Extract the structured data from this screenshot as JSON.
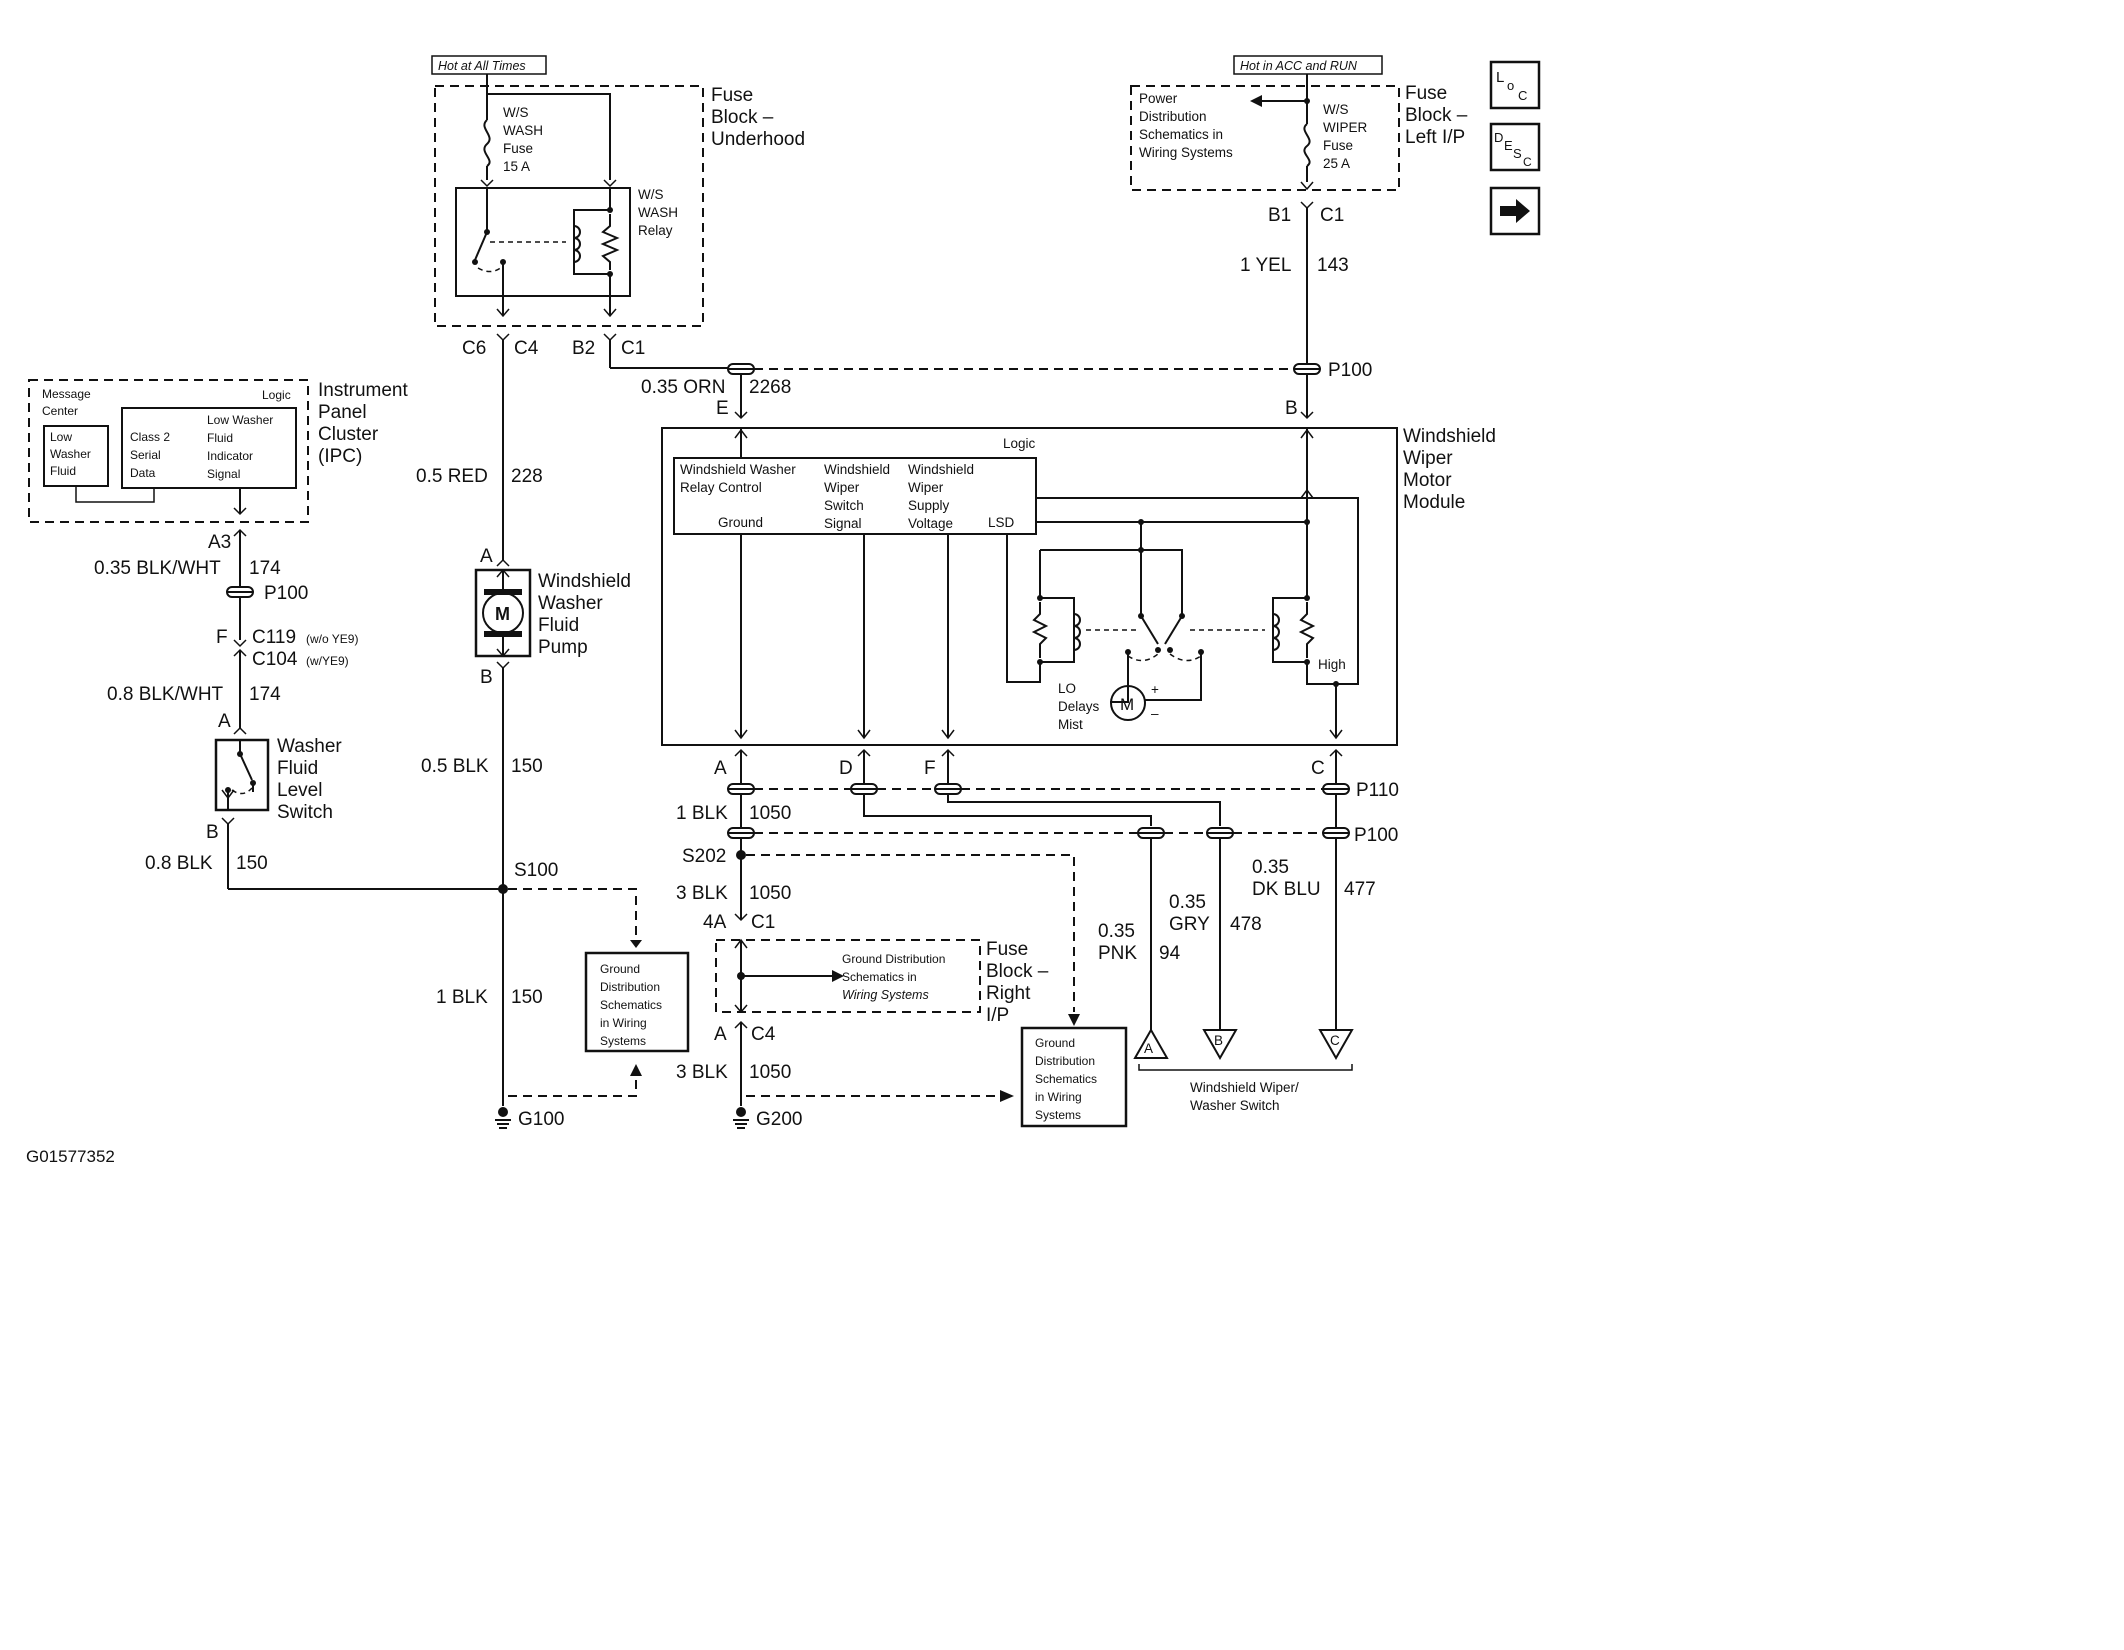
{
  "banners": {
    "hot_all_times": "Hot at All Times",
    "hot_acc_run": "Hot in ACC and RUN"
  },
  "nav_icons": [
    "loc-icon",
    "desc-icon",
    "next-arrow-icon"
  ],
  "fuse_block_underhood": {
    "title": [
      "Fuse",
      "Block –",
      "Underhood"
    ],
    "fuse": [
      "W/S",
      "WASH",
      "Fuse",
      "15 A"
    ],
    "relay": [
      "W/S",
      "WASH",
      "Relay"
    ],
    "conn_left": [
      "C6",
      "C4"
    ],
    "conn_right": [
      "B2",
      "C1"
    ]
  },
  "fuse_block_left": {
    "title": [
      "Fuse",
      "Block –",
      "Left I/P"
    ],
    "fuse": [
      "W/S",
      "WIPER",
      "Fuse",
      "25 A"
    ],
    "power_ref": [
      "Power",
      "Distribution",
      "Schematics in",
      "Wiring Systems"
    ],
    "conn": [
      "B1",
      "C1"
    ]
  },
  "ipc": {
    "title": [
      "Instrument",
      "Panel",
      "Cluster",
      "(IPC)"
    ],
    "message_center": "Message Center",
    "logic": "Logic",
    "low_washer_fluid": [
      "Low",
      "Washer",
      "Fluid"
    ],
    "class2": [
      "Class 2",
      "Serial",
      "Data"
    ],
    "indicator": [
      "Low Washer",
      "Fluid",
      "Indicator",
      "Signal"
    ]
  },
  "ipc_circuit": {
    "a3": "A3",
    "w1": "0.35 BLK/WHT",
    "c1": "174",
    "p100": "P100",
    "f": "F",
    "c119": "C119",
    "c119_note": "(w/o YE9)",
    "c104": "C104",
    "c104_note": "(w/YE9)",
    "w2": "0.8 BLK/WHT",
    "c2": "174",
    "a": "A"
  },
  "level_switch": {
    "title": [
      "Washer",
      "Fluid",
      "Level",
      "Switch"
    ],
    "b": "B",
    "w": "0.8 BLK",
    "c": "150"
  },
  "pump_circuit": {
    "w1": "0.5 RED",
    "c1": "228",
    "a": "A",
    "b": "B",
    "pump": [
      "Windshield",
      "Washer",
      "Fluid",
      "Pump"
    ],
    "motor": "M",
    "w2": "0.5 BLK",
    "c2": "150",
    "s100": "S100",
    "w3": "1 BLK",
    "c3": "150",
    "g100": "G100"
  },
  "ground_ref_1": [
    "Ground",
    "Distribution",
    "Schematics",
    "in Wiring",
    "Systems"
  ],
  "ground_ref_2": [
    "Ground",
    "Distribution",
    "Schematics",
    "in Wiring",
    "Systems"
  ],
  "ground_ref_3": [
    "Ground Distribution",
    "Schematics in",
    "Wiring Systems"
  ],
  "orn_circuit": {
    "w": "0.35 ORN",
    "c": "2268",
    "e": "E"
  },
  "yel_circuit": {
    "w": "1 YEL",
    "c": "143",
    "p100": "P100",
    "b": "B"
  },
  "module": {
    "title": [
      "Windshield",
      "Wiper",
      "Motor",
      "Module"
    ],
    "logic": "Logic",
    "col1": [
      "Windshield Washer",
      "Relay Control"
    ],
    "ground": "Ground",
    "col2": [
      "Windshield",
      "Wiper",
      "Switch",
      "Signal"
    ],
    "col3": [
      "Windshield",
      "Wiper",
      "Supply",
      "Voltage"
    ],
    "lsd": "LSD",
    "high": "High",
    "lo_delays_mist": [
      "LO",
      "Delays",
      "Mist"
    ],
    "motor": "M",
    "plus": "+",
    "minus": "–"
  },
  "bottom": {
    "a": "A",
    "d": "D",
    "f": "F",
    "c": "C",
    "p110": "P110",
    "p100": "P100",
    "w_blk": "1 BLK",
    "c_blk": "1050",
    "s202": "S202",
    "w_3blk": "3 BLK",
    "c_3blk": "1050",
    "c4a": "4A",
    "c1": "C1",
    "a_c4": "A",
    "c4": "C4",
    "w_3blk2": "3 BLK",
    "c_3blk2": "1050",
    "g200": "G200",
    "fuse_right": [
      "Fuse",
      "Block –",
      "Right",
      "I/P"
    ],
    "pnk": [
      "0.35",
      "PNK"
    ],
    "pnk_c": "94",
    "gry": [
      "0.35",
      "GRY"
    ],
    "gry_c": "478",
    "dkblu": [
      "0.35",
      "DK BLU"
    ],
    "dkblu_c": "477",
    "tri_a": "A",
    "tri_b": "B",
    "tri_c": "C",
    "switch_label": [
      "Windshield Wiper/",
      "Washer Switch"
    ]
  },
  "figure_id": "G01577352"
}
